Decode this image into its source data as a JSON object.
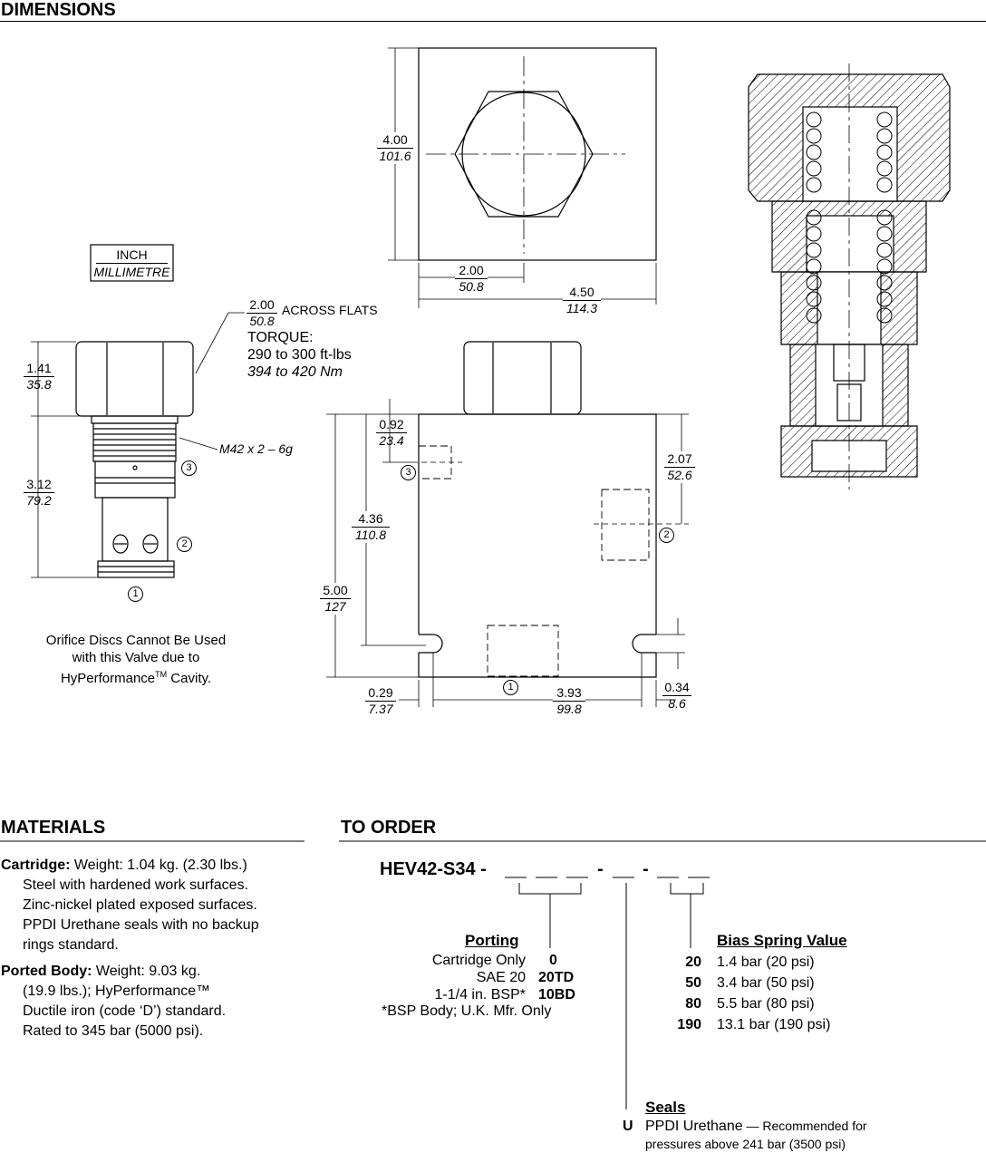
{
  "dimensions_section": {
    "title": "DIMENSIONS",
    "units_legend": {
      "top": "INCH",
      "bottom": "MILLIMETRE"
    },
    "across_flats": {
      "inch": "2.00",
      "mm": "50.8",
      "label": "ACROSS FLATS"
    },
    "torque": {
      "label": "TORQUE:",
      "imperial": "290 to 300 ft-lbs",
      "metric": "394 to 420 Nm"
    },
    "thread": "M42 x 2 – 6g",
    "cartridge_dims": [
      {
        "inch": "1.41",
        "mm": "35.8"
      },
      {
        "inch": "3.12",
        "mm": "79.2"
      }
    ],
    "top_view_dims": [
      {
        "inch": "4.00",
        "mm": "101.6"
      },
      {
        "inch": "2.00",
        "mm": "50.8"
      },
      {
        "inch": "4.50",
        "mm": "114.3"
      }
    ],
    "body_dims": [
      {
        "inch": "0.92",
        "mm": "23.4"
      },
      {
        "inch": "4.36",
        "mm": "110.8"
      },
      {
        "inch": "5.00",
        "mm": "127"
      },
      {
        "inch": "2.07",
        "mm": "52.6"
      },
      {
        "inch": "0.29",
        "mm": "7.37"
      },
      {
        "inch": "3.93",
        "mm": "99.8"
      },
      {
        "inch": "0.34",
        "mm": "8.6"
      }
    ],
    "ports": [
      "1",
      "2",
      "3"
    ],
    "orifice_note": [
      "Orifice Discs Cannot Be Used",
      "with this Valve due to",
      "HyPerformance",
      "TM",
      " Cavity."
    ]
  },
  "materials": {
    "title": "MATERIALS",
    "cartridge_label": "Cartridge:",
    "cartridge_lines": [
      " Weight: 1.04 kg. (2.30 lbs.)",
      "Steel with hardened work surfaces.",
      "Zinc-nickel plated exposed surfaces.",
      "PPDI Urethane seals with no backup",
      "rings standard."
    ],
    "body_label": "Ported Body:",
    "body_lines": [
      " Weight: 9.03 kg.",
      "(19.9 lbs.); HyPerformance™",
      "Ductile iron (code ‘D’) standard.",
      "Rated to 345 bar (5000 psi)."
    ]
  },
  "to_order": {
    "title": "TO ORDER",
    "model": "HEV42-S34 -",
    "porting": {
      "heading": "Porting",
      "options": [
        {
          "label": "Cartridge Only",
          "code": "0"
        },
        {
          "label": "SAE 20",
          "code": "20TD"
        },
        {
          "label": "1-1/4 in. BSP*",
          "code": "10BD"
        }
      ],
      "footnote": "*BSP Body; U.K. Mfr. Only"
    },
    "bias_spring": {
      "heading": "Bias Spring Value",
      "options": [
        {
          "code": "20",
          "label": "1.4 bar (20 psi)"
        },
        {
          "code": "50",
          "label": "3.4 bar (50 psi)"
        },
        {
          "code": "80",
          "label": "5.5 bar (80 psi)"
        },
        {
          "code": "190",
          "label": "13.1 bar (190 psi)"
        }
      ]
    },
    "seals": {
      "heading": "Seals",
      "code": "U",
      "label": "PPDI Urethane",
      "note_1": " — Recommended for",
      "note_2": "pressures above 241 bar (3500 psi)"
    }
  }
}
